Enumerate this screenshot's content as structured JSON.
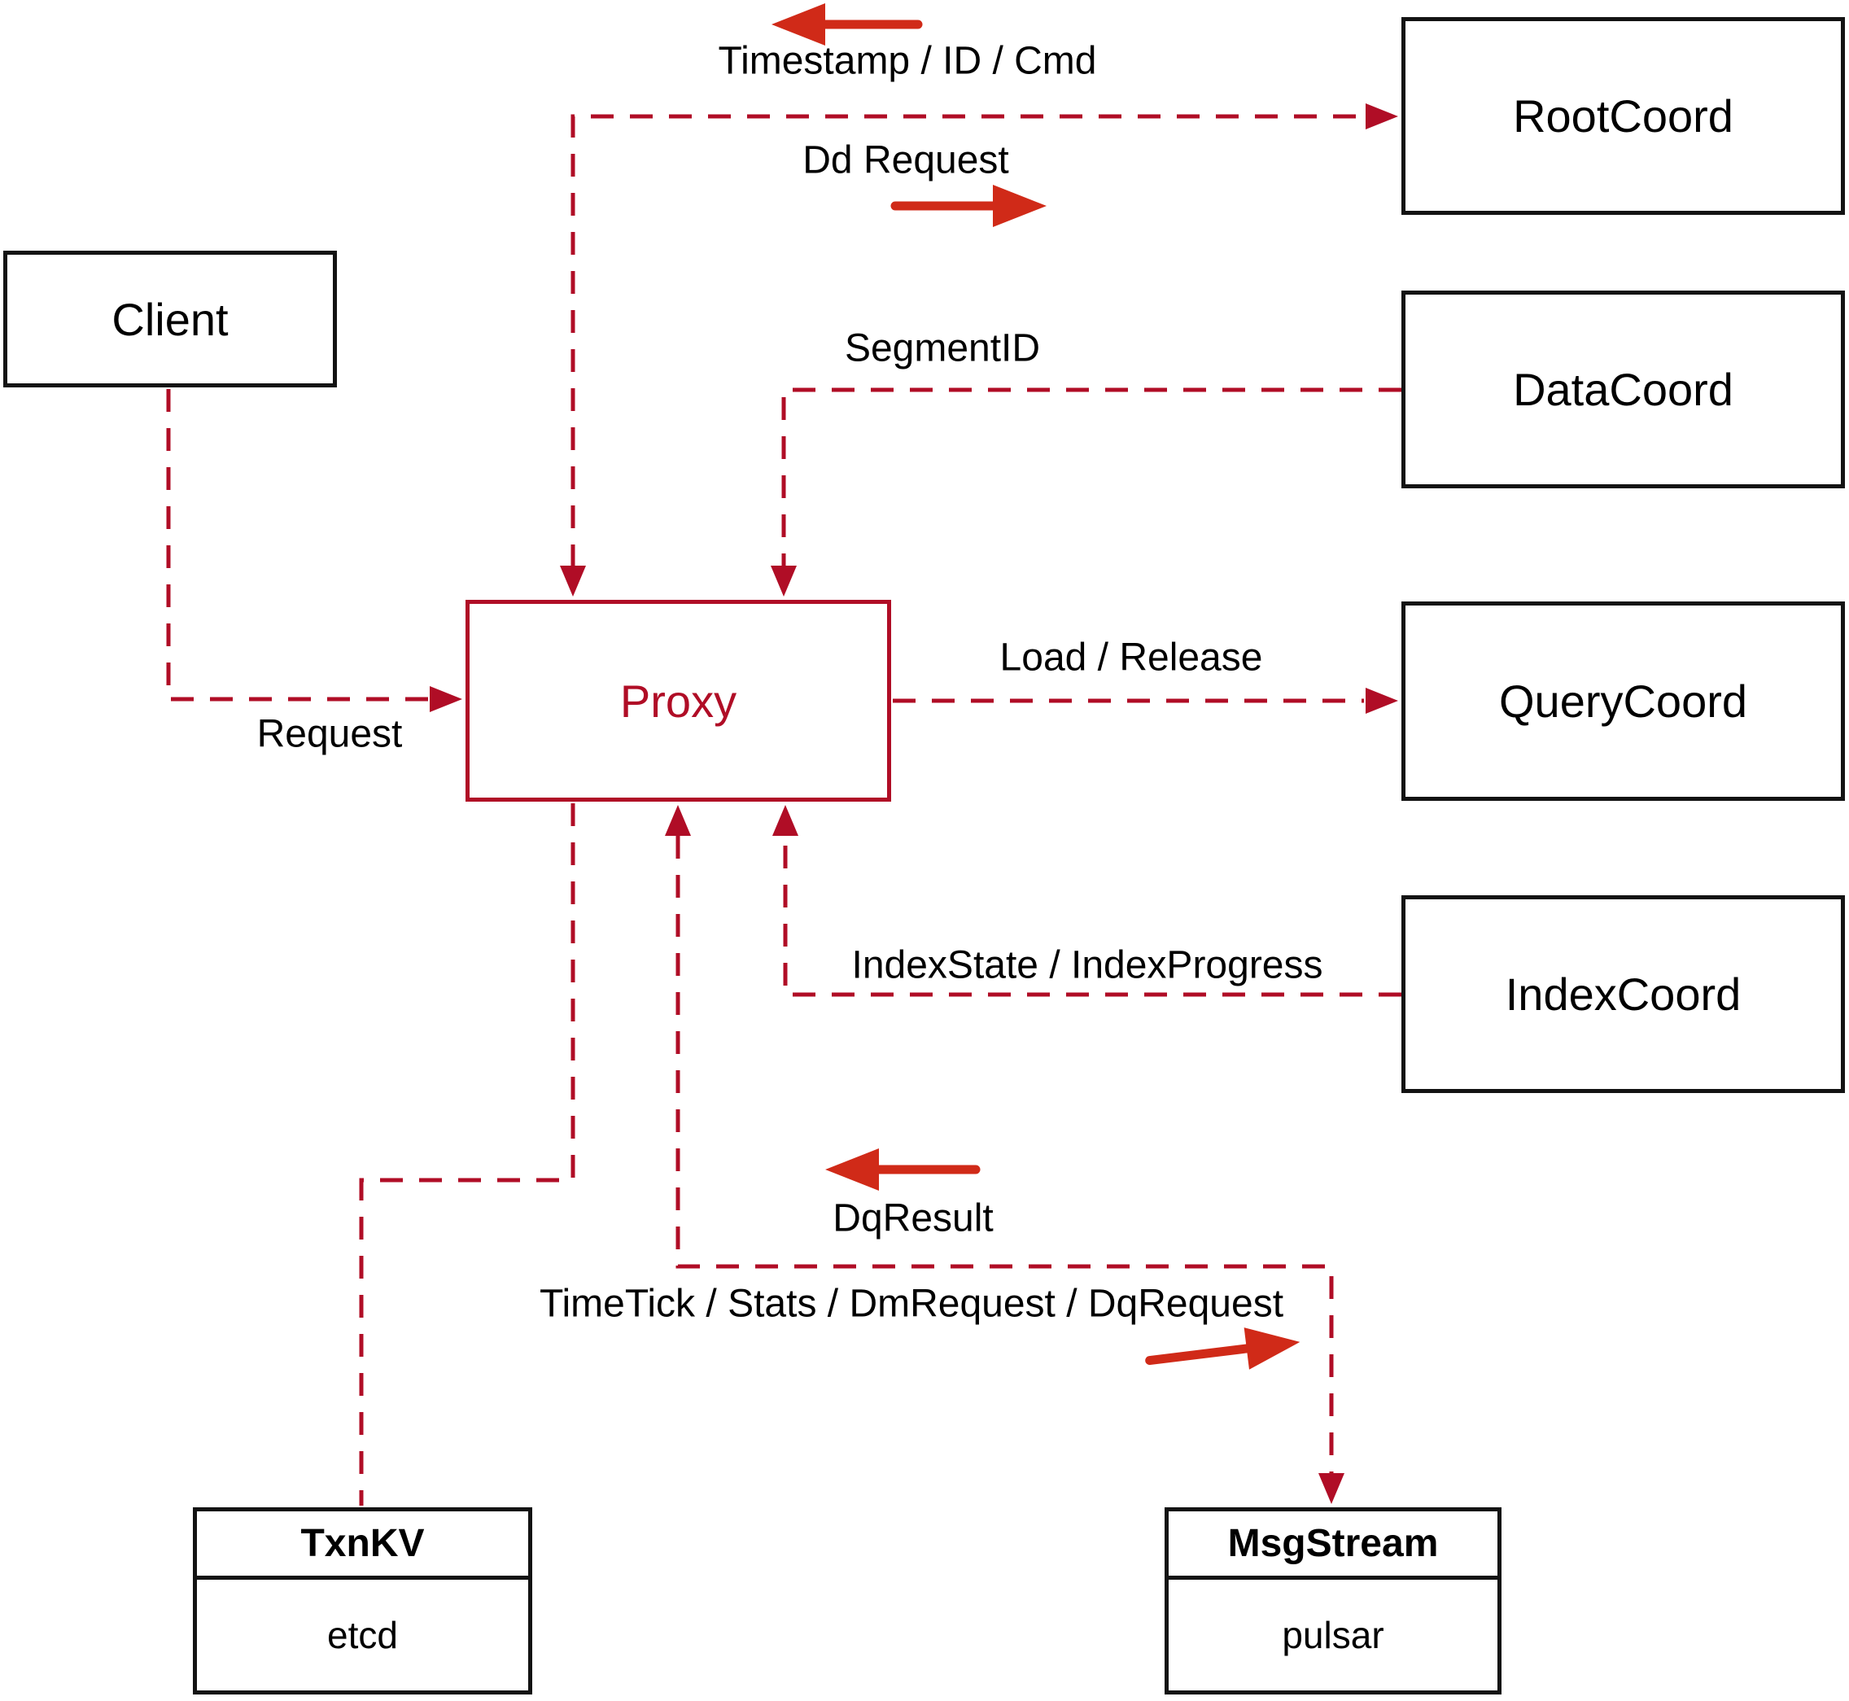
{
  "nodes": {
    "client": {
      "label": "Client"
    },
    "proxy": {
      "label": "Proxy"
    },
    "root_coord": {
      "label": "RootCoord"
    },
    "data_coord": {
      "label": "DataCoord"
    },
    "query_coord": {
      "label": "QueryCoord"
    },
    "index_coord": {
      "label": "IndexCoord"
    },
    "txn_kv": {
      "title": "TxnKV",
      "impl": "etcd"
    },
    "msg_stream": {
      "title": "MsgStream",
      "impl": "pulsar"
    }
  },
  "edge_labels": {
    "timestamp": "Timestamp / ID / Cmd",
    "dd_request": "Dd Request",
    "segment_id": "SegmentID",
    "request": "Request",
    "load_release": "Load / Release",
    "index_state": "IndexState / IndexProgress",
    "dq_result": "DqResult",
    "time_tick": "TimeTick / Stats / DmRequest / DqRequest"
  },
  "edges": [
    {
      "from": "Client",
      "to": "Proxy",
      "labels": [
        "Request"
      ],
      "direction": "to Proxy"
    },
    {
      "from": "Proxy",
      "to": "RootCoord",
      "labels": [
        "Timestamp / ID / Cmd",
        "Dd Request"
      ],
      "direction": "both"
    },
    {
      "from": "DataCoord",
      "to": "Proxy",
      "labels": [
        "SegmentID"
      ],
      "direction": "to Proxy"
    },
    {
      "from": "Proxy",
      "to": "QueryCoord",
      "labels": [
        "Load / Release"
      ],
      "direction": "to QueryCoord"
    },
    {
      "from": "IndexCoord",
      "to": "Proxy",
      "labels": [
        "IndexState / IndexProgress"
      ],
      "direction": "to Proxy"
    },
    {
      "from": "Proxy",
      "to": "MsgStream",
      "labels": [
        "DqResult",
        "TimeTick / Stats / DmRequest / DqRequest"
      ],
      "direction": "both"
    },
    {
      "from": "Proxy",
      "to": "TxnKV",
      "labels": [],
      "direction": "none"
    }
  ],
  "colors": {
    "wire": "#b00d26",
    "direction_arrow": "#d02a18",
    "node_border": "#131313",
    "proxy_accent": "#b00d26",
    "label_text": "#000000",
    "background": "#ffffff"
  }
}
